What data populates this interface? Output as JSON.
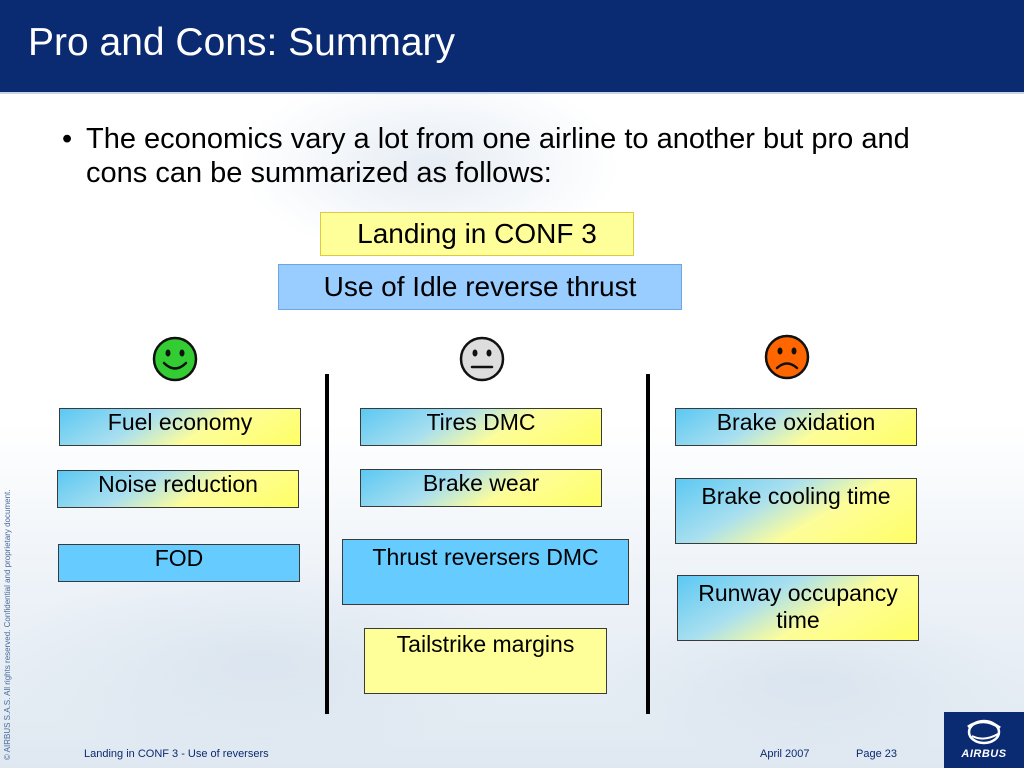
{
  "slide": {
    "title": "Pro and Cons: Summary",
    "bullet": "The economics vary a lot from one airline to another but pro and cons can be summarized as follows:",
    "bullet_symbol": "•"
  },
  "headers": {
    "conf": "Landing in CONF 3",
    "idle": "Use of Idle reverse thrust"
  },
  "columns": {
    "pros": {
      "face_icon": "happy-face-icon",
      "color": "#33cc33",
      "items": [
        "Fuel economy",
        "Noise reduction",
        "FOD"
      ]
    },
    "neutral": {
      "face_icon": "neutral-face-icon",
      "color": "#dddddd",
      "items": [
        "Tires DMC",
        "Brake wear",
        "Thrust reversers DMC",
        "Tailstrike margins"
      ]
    },
    "cons": {
      "face_icon": "sad-face-icon",
      "color": "#ff6600",
      "items": [
        "Brake oxidation",
        "Brake cooling time",
        "Runway occupancy time"
      ]
    }
  },
  "footer": {
    "copyright": "© AIRBUS S.A.S. All rights reserved. Confidential and proprietary document.",
    "doc_title": "Landing in CONF 3 - Use of reversers",
    "date": "April 2007",
    "page": "Page 23",
    "logo_text": "AIRBUS"
  },
  "colors": {
    "title_bar": "#0a2a72",
    "box_blue": "#66ccff",
    "box_yellow": "#ffff99",
    "idle_box": "#99ccff"
  }
}
